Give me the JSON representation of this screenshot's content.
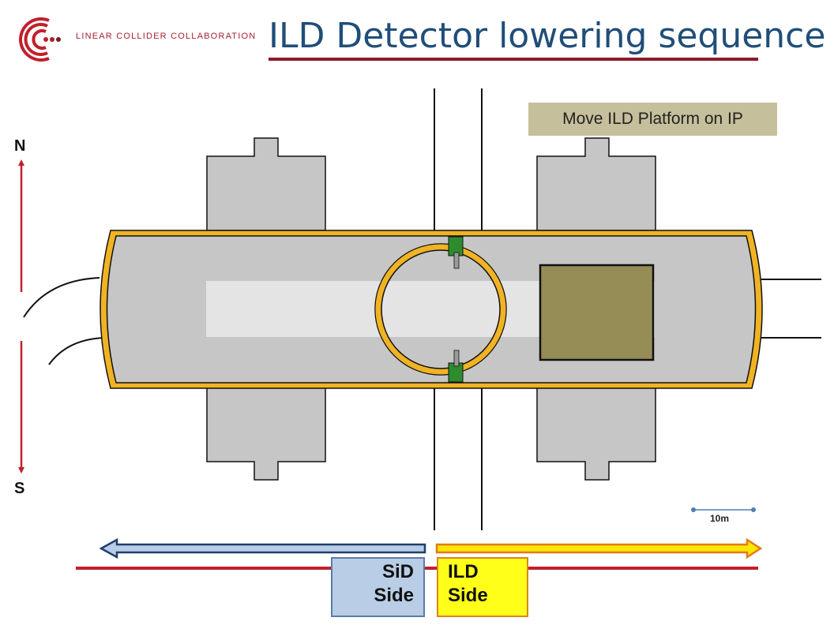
{
  "header": {
    "logo_text": "LINEAR COLLIDER COLLABORATION",
    "title": "ILD Detector lowering sequence"
  },
  "status_label": "Move ILD Platform on IP",
  "compass": {
    "north": "N",
    "south": "S"
  },
  "scale": {
    "label": "10m"
  },
  "sides": {
    "sid": {
      "line1": "SiD",
      "line2": "Side"
    },
    "ild": {
      "line1": "ILD",
      "line2": "Side"
    }
  },
  "colors": {
    "title": "#1f4e79",
    "accent_red": "#c0202b",
    "platform_outline": "#f0b323",
    "concrete": "#c6c6c6",
    "detector_block": "#968c55",
    "sid_side": "#b9cde6",
    "ild_side": "#ffff1a"
  }
}
